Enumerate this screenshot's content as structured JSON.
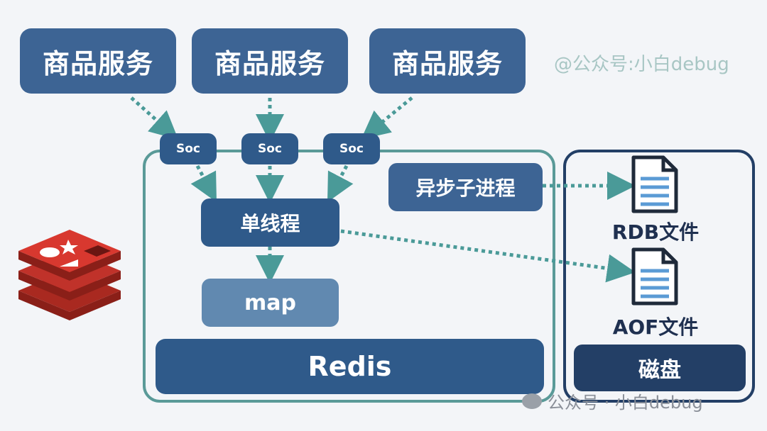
{
  "services": [
    {
      "label": "商品服务"
    },
    {
      "label": "商品服务"
    },
    {
      "label": "商品服务"
    }
  ],
  "sockets": [
    {
      "label": "Soc"
    },
    {
      "label": "Soc"
    },
    {
      "label": "Soc"
    }
  ],
  "redis": {
    "thread_label": "单线程",
    "map_label": "map",
    "title": "Redis",
    "async_label": "异步子进程"
  },
  "disk": {
    "rdb_label": "RDB文件",
    "aof_label": "AOF文件",
    "title": "磁盘"
  },
  "watermark_top": "@公众号:小白debug",
  "watermark_bottom": "公众号 · 小白debug",
  "colors": {
    "service": "#3d6494",
    "socket": "#2f5a8a",
    "redis_frame": "#5a9a98",
    "disk_frame": "#233f66",
    "arrow": "#4a9a98",
    "map": "#6189b0",
    "disk_bar": "#233f66"
  }
}
